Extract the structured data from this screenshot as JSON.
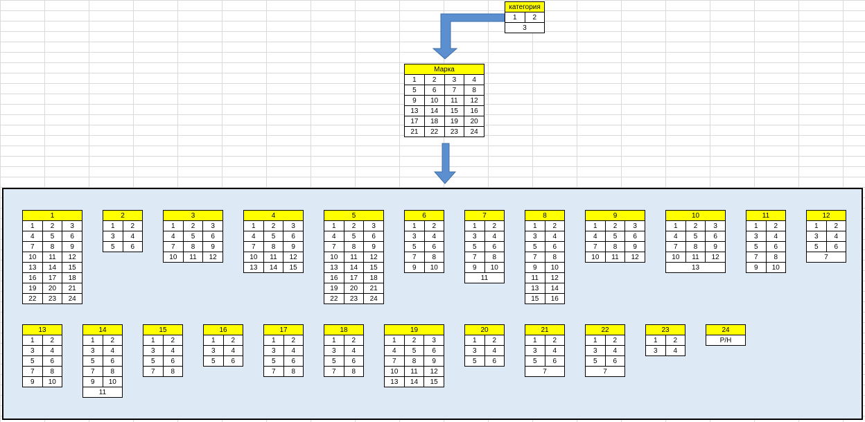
{
  "category_table": {
    "header": "категория",
    "cells": [
      "1",
      "2"
    ],
    "footer": "3"
  },
  "brand_table": {
    "header": "Марка",
    "rows": [
      [
        "1",
        "2",
        "3",
        "4"
      ],
      [
        "5",
        "6",
        "7",
        "8"
      ],
      [
        "9",
        "10",
        "11",
        "12"
      ],
      [
        "13",
        "14",
        "15",
        "16"
      ],
      [
        "17",
        "18",
        "19",
        "20"
      ],
      [
        "21",
        "22",
        "23",
        "24"
      ]
    ]
  },
  "model_tables": [
    {
      "header": "1",
      "cols": 3,
      "cells": [
        "1",
        "2",
        "3",
        "4",
        "5",
        "6",
        "7",
        "8",
        "9",
        "10",
        "11",
        "12",
        "13",
        "14",
        "15",
        "16",
        "17",
        "18",
        "19",
        "20",
        "21",
        "22",
        "23",
        "24"
      ]
    },
    {
      "header": "2",
      "cols": 2,
      "cells": [
        "1",
        "2",
        "3",
        "4",
        "5",
        "6"
      ]
    },
    {
      "header": "3",
      "cols": 3,
      "cells": [
        "1",
        "2",
        "3",
        "4",
        "5",
        "6",
        "7",
        "8",
        "9",
        "10",
        "11",
        "12"
      ]
    },
    {
      "header": "4",
      "cols": 3,
      "cells": [
        "1",
        "2",
        "3",
        "4",
        "5",
        "6",
        "7",
        "8",
        "9",
        "10",
        "11",
        "12",
        "13",
        "14",
        "15"
      ]
    },
    {
      "header": "5",
      "cols": 3,
      "cells": [
        "1",
        "2",
        "3",
        "4",
        "5",
        "6",
        "7",
        "8",
        "9",
        "10",
        "11",
        "12",
        "13",
        "14",
        "15",
        "16",
        "17",
        "18",
        "19",
        "20",
        "21",
        "22",
        "23",
        "24"
      ]
    },
    {
      "header": "6",
      "cols": 2,
      "cells": [
        "1",
        "2",
        "3",
        "4",
        "5",
        "6",
        "7",
        "8",
        "9",
        "10"
      ]
    },
    {
      "header": "7",
      "cols": 2,
      "cells": [
        "1",
        "2",
        "3",
        "4",
        "5",
        "6",
        "7",
        "8",
        "9",
        "10"
      ],
      "footer": "11"
    },
    {
      "header": "8",
      "cols": 2,
      "cells": [
        "1",
        "2",
        "3",
        "4",
        "5",
        "6",
        "7",
        "8",
        "9",
        "10",
        "11",
        "12",
        "13",
        "14",
        "15",
        "16"
      ]
    },
    {
      "header": "9",
      "cols": 3,
      "cells": [
        "1",
        "2",
        "3",
        "4",
        "5",
        "6",
        "7",
        "8",
        "9",
        "10",
        "11",
        "12"
      ]
    },
    {
      "header": "10",
      "cols": 3,
      "cells": [
        "1",
        "2",
        "3",
        "4",
        "5",
        "6",
        "7",
        "8",
        "9",
        "10",
        "11",
        "12"
      ],
      "footer": "13"
    },
    {
      "header": "11",
      "cols": 2,
      "cells": [
        "1",
        "2",
        "3",
        "4",
        "5",
        "6",
        "7",
        "8",
        "9",
        "10"
      ]
    },
    {
      "header": "12",
      "cols": 2,
      "cells": [
        "1",
        "2",
        "3",
        "4",
        "5",
        "6"
      ],
      "footer": "7"
    },
    {
      "header": "13",
      "cols": 2,
      "cells": [
        "1",
        "2",
        "3",
        "4",
        "5",
        "6",
        "7",
        "8",
        "9",
        "10"
      ]
    },
    {
      "header": "14",
      "cols": 2,
      "cells": [
        "1",
        "2",
        "3",
        "4",
        "5",
        "6",
        "7",
        "8",
        "9",
        "10"
      ],
      "footer": "11"
    },
    {
      "header": "15",
      "cols": 2,
      "cells": [
        "1",
        "2",
        "3",
        "4",
        "5",
        "6",
        "7",
        "8"
      ]
    },
    {
      "header": "16",
      "cols": 2,
      "cells": [
        "1",
        "2",
        "3",
        "4",
        "5",
        "6"
      ]
    },
    {
      "header": "17",
      "cols": 2,
      "cells": [
        "1",
        "2",
        "3",
        "4",
        "5",
        "6",
        "7",
        "8"
      ]
    },
    {
      "header": "18",
      "cols": 2,
      "cells": [
        "1",
        "2",
        "3",
        "4",
        "5",
        "6",
        "7",
        "8"
      ]
    },
    {
      "header": "19",
      "cols": 3,
      "cells": [
        "1",
        "2",
        "3",
        "4",
        "5",
        "6",
        "7",
        "8",
        "9",
        "10",
        "11",
        "12",
        "13",
        "14",
        "15"
      ]
    },
    {
      "header": "20",
      "cols": 2,
      "cells": [
        "1",
        "2",
        "3",
        "4",
        "5",
        "6"
      ]
    },
    {
      "header": "21",
      "cols": 2,
      "cells": [
        "1",
        "2",
        "3",
        "4",
        "5",
        "6"
      ],
      "footer": "7"
    },
    {
      "header": "22",
      "cols": 2,
      "cells": [
        "1",
        "2",
        "3",
        "4",
        "5",
        "6"
      ],
      "footer": "7"
    },
    {
      "header": "23",
      "cols": 2,
      "cells": [
        "1",
        "2",
        "3",
        "4"
      ]
    },
    {
      "header": "24",
      "cols": 1,
      "cells": [],
      "footer": "Р/Н"
    }
  ],
  "colors": {
    "header_fill": "#ffff00",
    "arrow_fill": "#5b8fd0",
    "frame_fill": "#dde9f5"
  }
}
